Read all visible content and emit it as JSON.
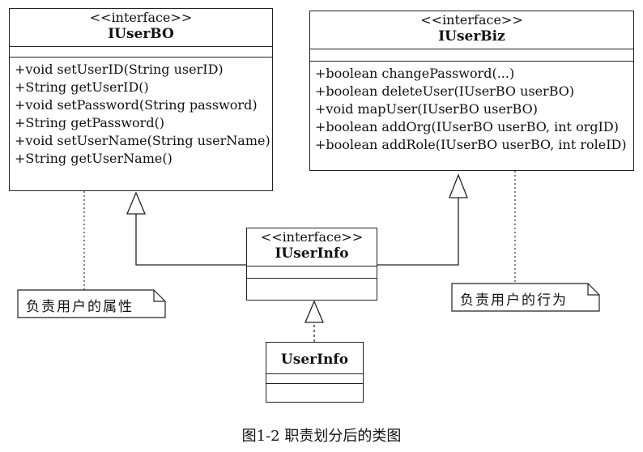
{
  "diagram": {
    "classes": {
      "iuserbo": {
        "stereotype": "<<interface>>",
        "name": "IUserBO",
        "operations": [
          "+void setUserID(String userID)",
          "+String getUserID()",
          "+void setPassword(String password)",
          "+String getPassword()",
          "+void setUserName(String userName)",
          "+String getUserName()"
        ]
      },
      "iuserbiz": {
        "stereotype": "<<interface>>",
        "name": "IUserBiz",
        "operations": [
          "+boolean changePassword(...)",
          "+boolean deleteUser(IUserBO userBO)",
          "+void mapUser(IUserBO userBO)",
          "+boolean addOrg(IUserBO userBO, int orgID)",
          "+boolean addRole(IUserBO userBO, int roleID)"
        ]
      },
      "iuserinfo": {
        "stereotype": "<<interface>>",
        "name": "IUserInfo"
      },
      "userinfo": {
        "name": "UserInfo"
      }
    },
    "notes": {
      "left": "负责用户的属性",
      "right": "负责用户的行为"
    },
    "relations": [
      {
        "from": "IUserInfo",
        "to": "IUserBO",
        "type": "generalization"
      },
      {
        "from": "IUserInfo",
        "to": "IUserBiz",
        "type": "generalization"
      },
      {
        "from": "UserInfo",
        "to": "IUserInfo",
        "type": "realization"
      }
    ]
  },
  "caption": "图1-2 职责划分后的类图"
}
